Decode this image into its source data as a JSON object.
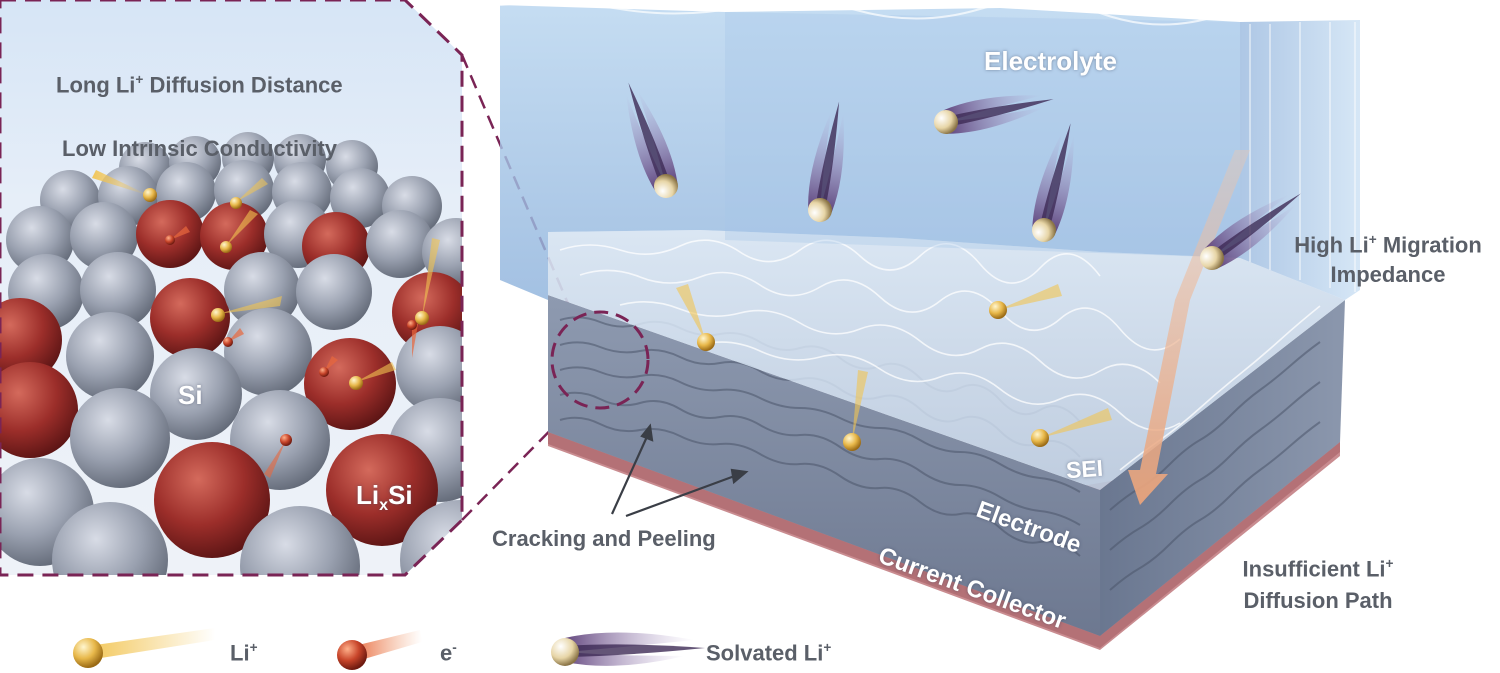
{
  "inset": {
    "title_line1_prefix": "Long Li",
    "title_line1_sup": "+",
    "title_line1_suffix": " Diffusion Distance",
    "title_line2": "Low Intrinsic Conductivity",
    "si_label": "Si",
    "lixsi_prefix": "Li",
    "lixsi_sub": "x",
    "lixsi_suffix": "Si"
  },
  "cell": {
    "electrolyte": "Electrolyte",
    "sei": "SEI",
    "electrode": "Electrode",
    "current_collector": "Current Collector",
    "cracking": "Cracking and Peeling",
    "migration_prefix": "High Li",
    "migration_sup": "+",
    "migration_suffix": " Migration",
    "migration_line2": "Impedance",
    "insufficient_prefix": "Insufficient Li",
    "insufficient_sup": "+",
    "insufficient_line2": "Diffusion Path"
  },
  "legend": {
    "li_prefix": "Li",
    "li_sup": "+",
    "e_prefix": "e",
    "e_sup": "-",
    "solvated_prefix": "Solvated Li",
    "solvated_sup": "+"
  },
  "colors": {
    "text_grey": "#5a5f68",
    "dashed_border": "#7a2455",
    "sphere_si": "#9aa1b0",
    "sphere_lixsi": "#9c2e2a",
    "lithium_ion": "#e8b84a",
    "electrolyte": "#9fc3e6",
    "collector": "#c98c90",
    "arrow": "#f3c6a8"
  }
}
